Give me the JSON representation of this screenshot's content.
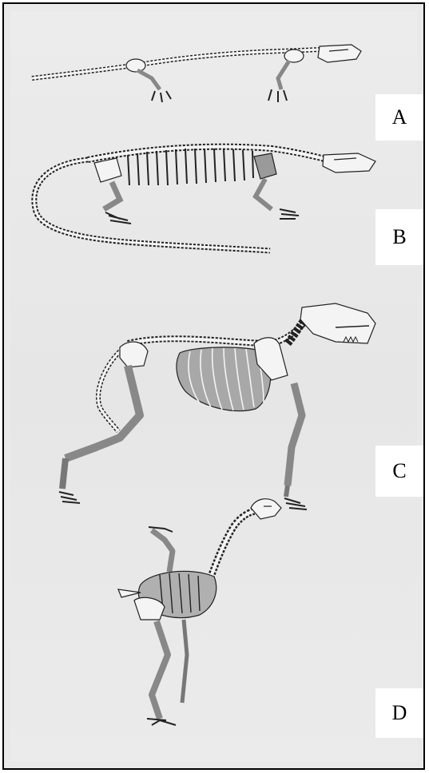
{
  "figure": {
    "labels": {
      "a": "A",
      "b": "B",
      "c": "C",
      "d": "D"
    },
    "colors": {
      "background": "#e8e8e8",
      "bone_fill": "#f4f4f4",
      "limb_fill": "#9a9a9a",
      "outline": "#222222"
    }
  }
}
